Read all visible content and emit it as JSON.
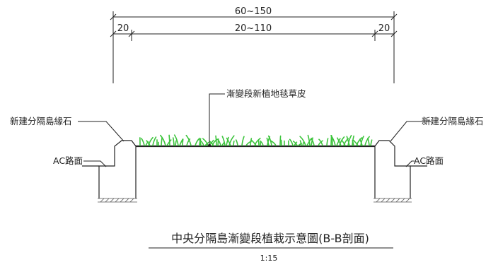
{
  "dimensions": {
    "overall": "60~150",
    "inner": "20~110",
    "left_offset": "20",
    "right_offset": "20"
  },
  "labels": {
    "planting": "漸變段新植地毯草皮",
    "curb_left": "新建分隔島緣石",
    "curb_right": "新建分隔島緣石",
    "ac_left": "AC路面",
    "ac_right": "AC路面"
  },
  "caption": {
    "title": "中央分隔島漸變段植栽示意圖(B-B剖面)",
    "scale": "1:15"
  },
  "colors": {
    "line": "#222222",
    "grass": "#3cc43c"
  }
}
